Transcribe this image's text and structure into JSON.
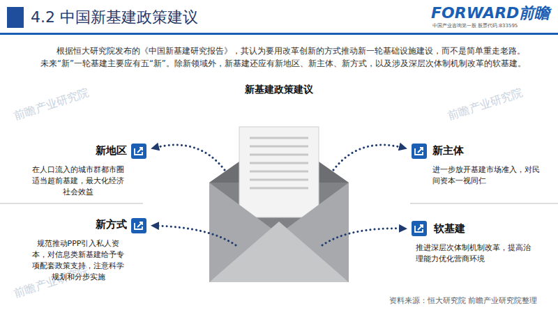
{
  "diagram": {
    "title": "4.2 中国新基建政策建议",
    "caption": "资料来源：恒大研究院 前瞻产业研究院整理",
    "nodes": [
      {
        "text": [
          "新地区",
          "在人口流入的城市群都市圈适当超前基建，最大化经济社会效益"
        ]
      },
      {
        "text": [
          "新主体",
          "进一步放开基建市场准入，对民间资本一视同仁"
        ]
      },
      {
        "text": [
          "新方式",
          "规范推动PPP引入私人资本，对信息类新基建给予专项配套政策支持，注意科学规划和分步实施"
        ]
      },
      {
        "text": [
          "软基建",
          "推进深层次体制机制改革，提高治理能力优化营商环境"
        ]
      }
    ],
    "labels": [
      "FORWARD前瞻",
      "中国产业咨询第一股 股票代码:833595",
      "根据恒大研究院发布的《中国新基建研究报告》，其认为要用改革创新的方式推动新一轮基础设施建设，而不是简单重走老路。未来“新”一轮基建主要应有五“新”。除新领域外，新基建还应有新地区、新主体、新方式，以及涉及深层次体制机制改革的软基建。",
      "新基建政策建议",
      "前瞻产业研究院",
      "前瞻产业研究院",
      "前瞻产业研究院"
    ]
  }
}
